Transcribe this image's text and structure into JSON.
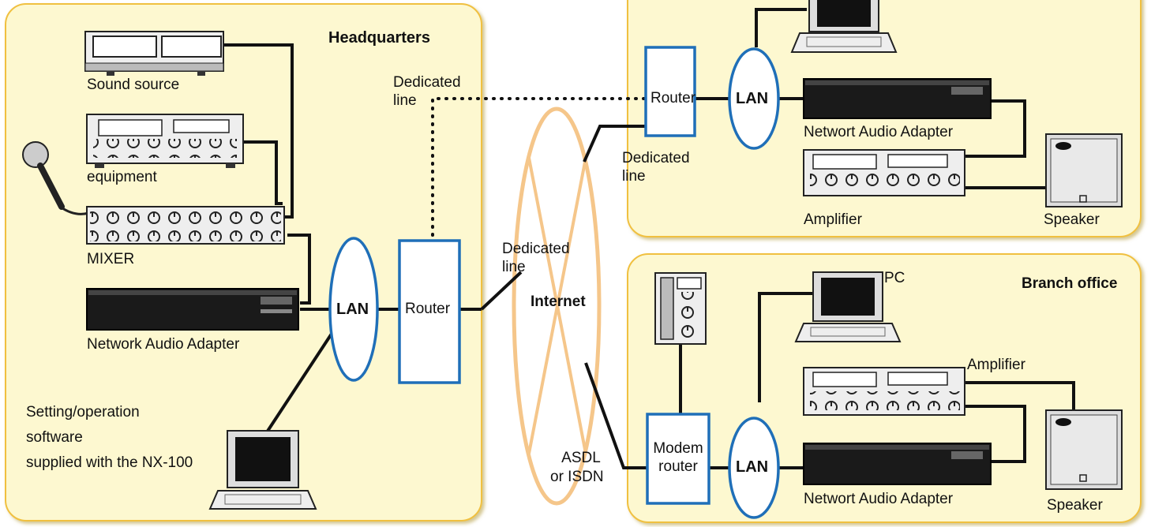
{
  "sites": {
    "headquarters": "Headquarters",
    "branch_office": "Branch office"
  },
  "network": {
    "internet": "Internet",
    "lan": "LAN",
    "router": "Router",
    "modem_router": [
      "Modem",
      "router"
    ]
  },
  "links": {
    "dedicated_line": [
      "Dedicated",
      "line"
    ],
    "adsl": [
      "ASDL",
      "or ISDN"
    ]
  },
  "devices": {
    "sound_source": "Sound source",
    "equipment": "equipment",
    "mixer": "MIXER",
    "network_audio_adapter": "Network Audio Adapter",
    "networt_audio_adapter": "Networt Audio Adapter",
    "amplifier": "Amplifier",
    "speaker": "Speaker",
    "pc": "PC"
  },
  "software_note": [
    "Setting/operation",
    "software",
    "supplied with the NX-100"
  ],
  "colors": {
    "panel_fill": "#fdf8d0",
    "panel_border": "#f0c040",
    "router_border": "#1f6fb8",
    "internet_cloud": "#f5c68a",
    "line": "#111111"
  }
}
